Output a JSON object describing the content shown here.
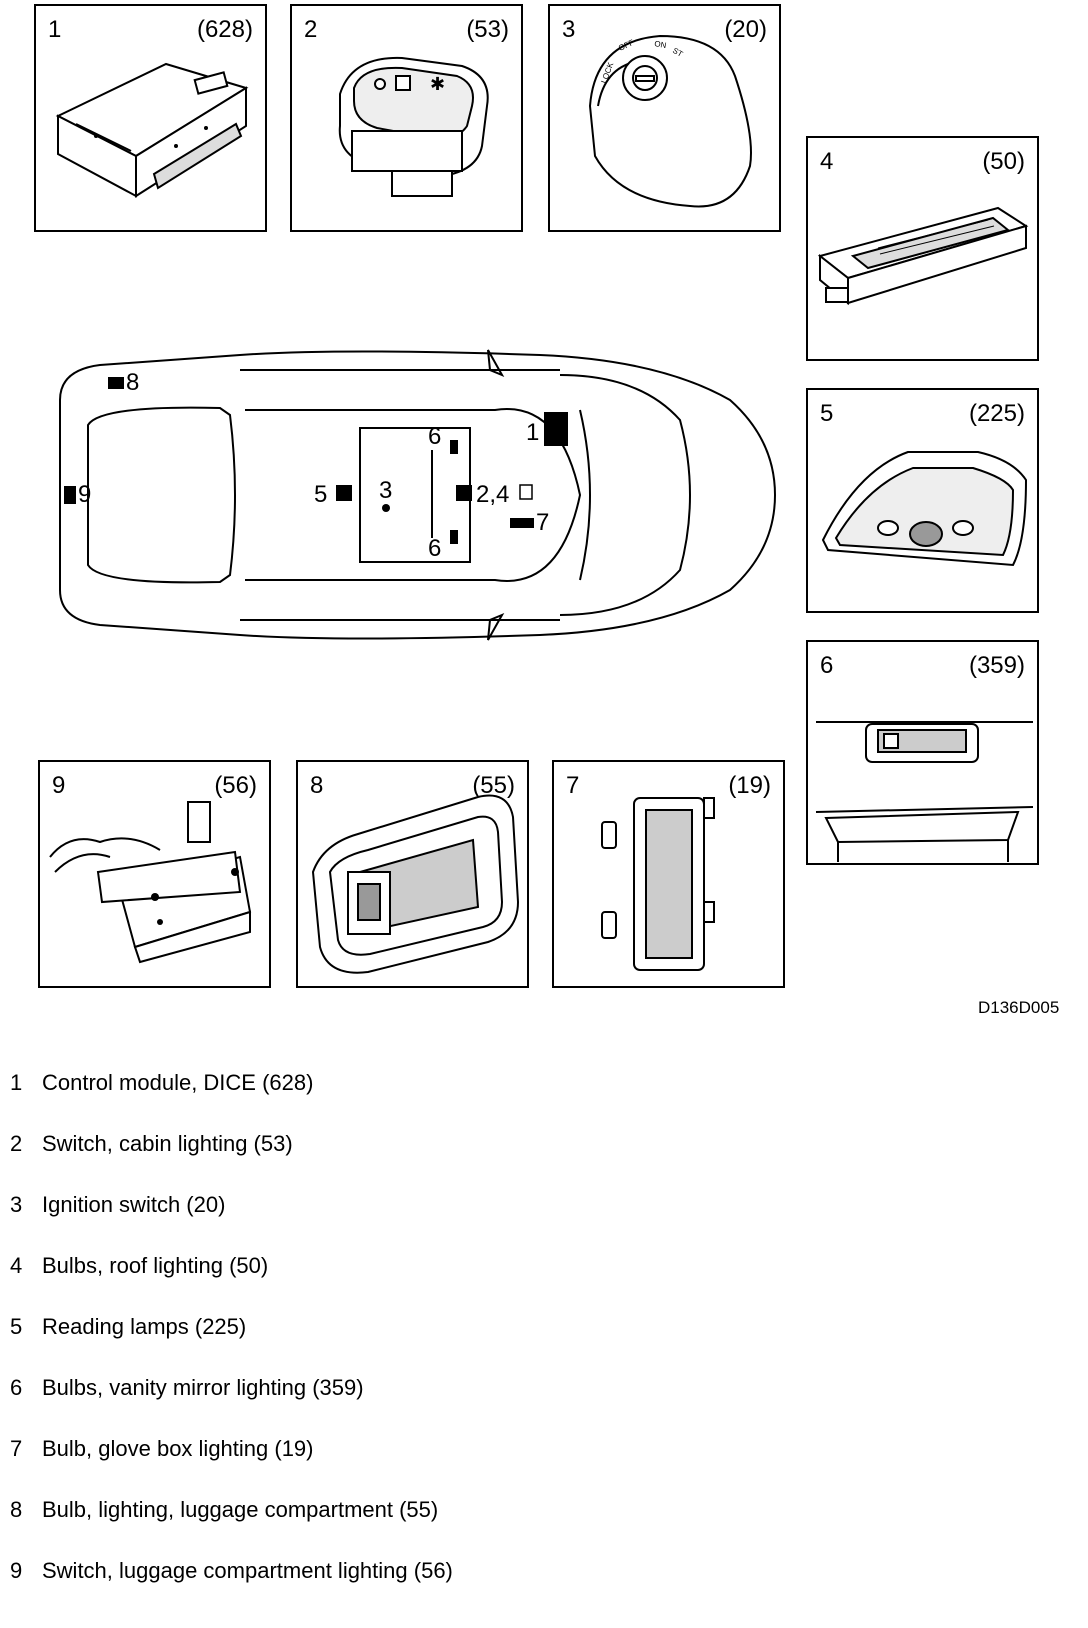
{
  "diagram_code": "D136D005",
  "panels": [
    {
      "num": "1",
      "ref": "(628)"
    },
    {
      "num": "2",
      "ref": "(53)"
    },
    {
      "num": "3",
      "ref": "(20)",
      "ignition_labels": [
        "LOCK",
        "OFF",
        "ON",
        "ST"
      ]
    },
    {
      "num": "4",
      "ref": "(50)"
    },
    {
      "num": "5",
      "ref": "(225)"
    },
    {
      "num": "6",
      "ref": "(359)"
    },
    {
      "num": "9",
      "ref": "(56)"
    },
    {
      "num": "8",
      "ref": "(55)"
    },
    {
      "num": "7",
      "ref": "(19)"
    }
  ],
  "car_labels": {
    "l8": "8",
    "l9": "9",
    "l1": "1",
    "l5": "5",
    "l3": "3",
    "l6a": "6",
    "l6b": "6",
    "l24": "2,4",
    "l7": "7"
  },
  "legend": [
    {
      "num": "1",
      "text": "Control module, DICE (628)"
    },
    {
      "num": "2",
      "text": "Switch, cabin lighting (53)"
    },
    {
      "num": "3",
      "text": "Ignition switch (20)"
    },
    {
      "num": "4",
      "text": "Bulbs, roof lighting (50)"
    },
    {
      "num": "5",
      "text": "Reading lamps (225)"
    },
    {
      "num": "6",
      "text": "Bulbs, vanity mirror lighting (359)"
    },
    {
      "num": "7",
      "text": "Bulb, glove box lighting (19)"
    },
    {
      "num": "8",
      "text": "Bulb, lighting, luggage compartment (55)"
    },
    {
      "num": "9",
      "text": "Switch, luggage compartment lighting (56)"
    }
  ]
}
